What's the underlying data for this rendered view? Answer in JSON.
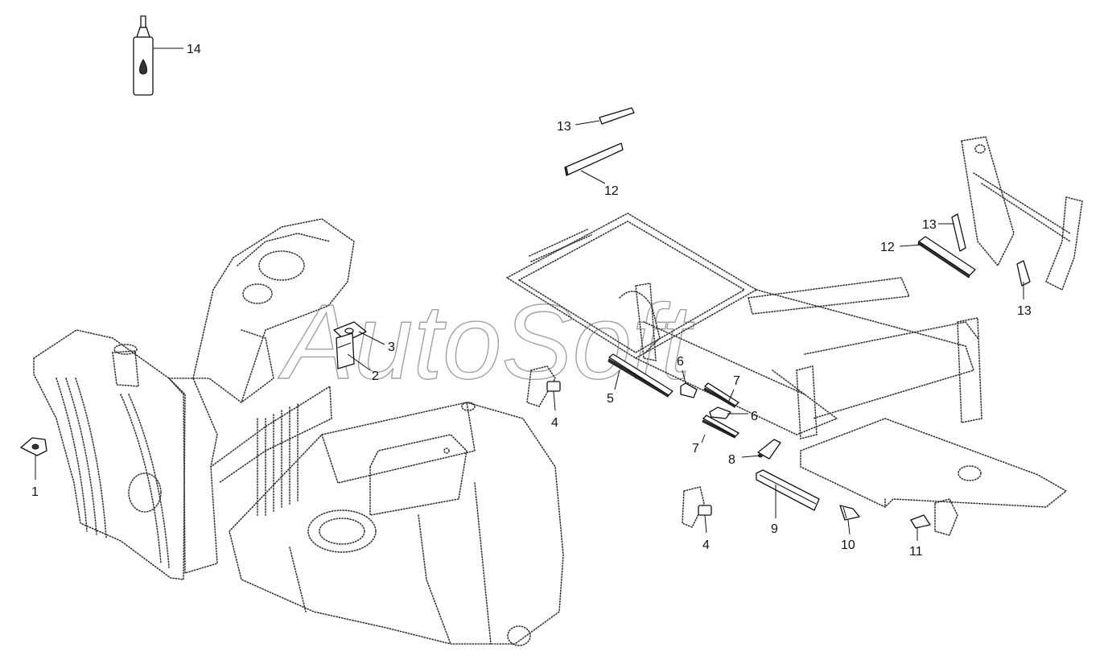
{
  "watermark": "AutoSoft",
  "callouts": [
    {
      "id": "c14",
      "text": "14"
    },
    {
      "id": "c13a",
      "text": "13"
    },
    {
      "id": "c12a",
      "text": "12"
    },
    {
      "id": "c13b",
      "text": "13"
    },
    {
      "id": "c12b",
      "text": "12"
    },
    {
      "id": "c13c",
      "text": "13"
    },
    {
      "id": "c3",
      "text": "3"
    },
    {
      "id": "c2",
      "text": "2"
    },
    {
      "id": "c1",
      "text": "1"
    },
    {
      "id": "c4a",
      "text": "4"
    },
    {
      "id": "c5",
      "text": "5"
    },
    {
      "id": "c6a",
      "text": "6"
    },
    {
      "id": "c7a",
      "text": "7"
    },
    {
      "id": "c6b",
      "text": "6"
    },
    {
      "id": "c7b",
      "text": "7"
    },
    {
      "id": "c8",
      "text": "8"
    },
    {
      "id": "c9",
      "text": "9"
    },
    {
      "id": "c4b",
      "text": "4"
    },
    {
      "id": "c10",
      "text": "10"
    },
    {
      "id": "c11",
      "text": "11"
    }
  ]
}
